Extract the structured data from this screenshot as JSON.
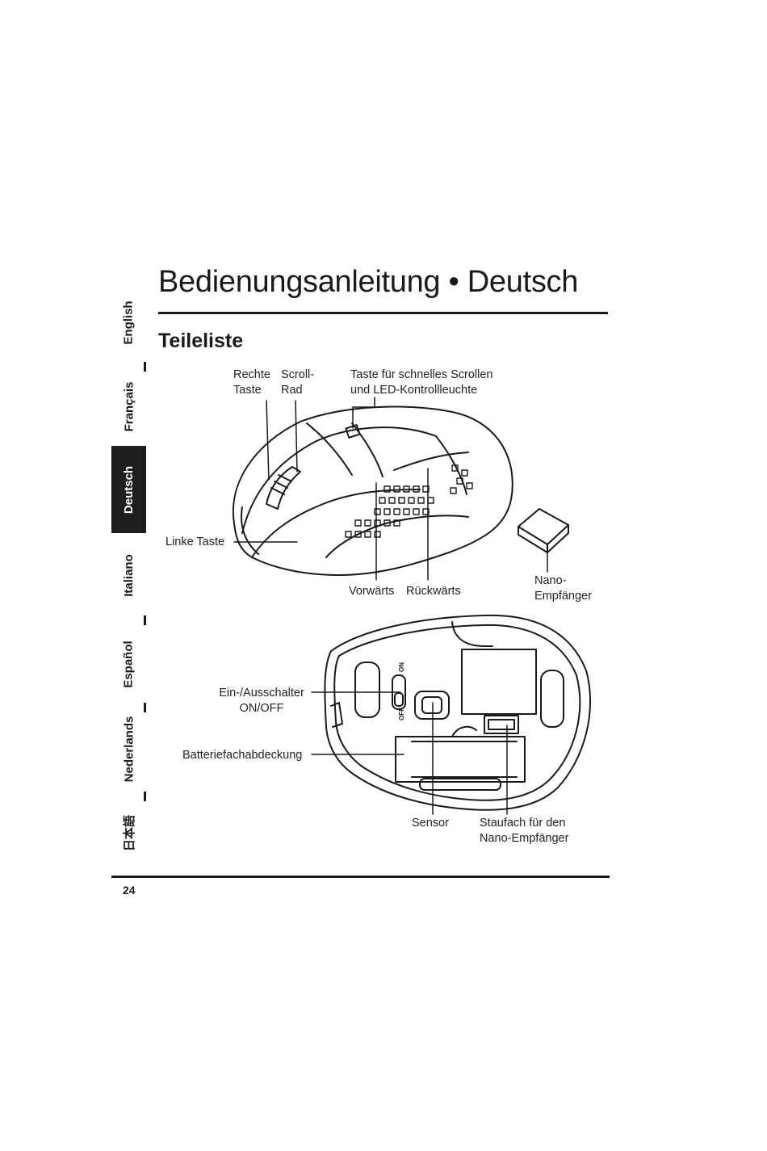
{
  "header": {
    "title": "Bedienungsanleitung • Deutsch",
    "subtitle": "Teileliste"
  },
  "languages": [
    {
      "label": "English",
      "active": false
    },
    {
      "label": "Français",
      "active": false
    },
    {
      "label": "Deutsch",
      "active": true
    },
    {
      "label": "Italiano",
      "active": false
    },
    {
      "label": "Español",
      "active": false
    },
    {
      "label": "Nederlands",
      "active": false
    },
    {
      "label": "日本語",
      "active": false
    }
  ],
  "top_labels": {
    "right_button": "Rechte\nTaste",
    "scroll_wheel": "Scroll-\nRad",
    "fast_scroll": "Taste für schnelles Scrollen\nund LED-Kontrollleuchte",
    "left_button": "Linke Taste",
    "forward": "Vorwärts",
    "back": "Rückwärts",
    "nano_receiver": "Nano-\nEmpfänger"
  },
  "bottom_labels": {
    "power_switch": "Ein-/Ausschalter\nON/OFF",
    "battery_cover": "Batteriefachabdeckung",
    "sensor": "Sensor",
    "storage": "Staufach für den\nNano-Empfänger"
  },
  "switch_marks": {
    "on": "ON",
    "off": "OFF"
  },
  "page_number": "24"
}
